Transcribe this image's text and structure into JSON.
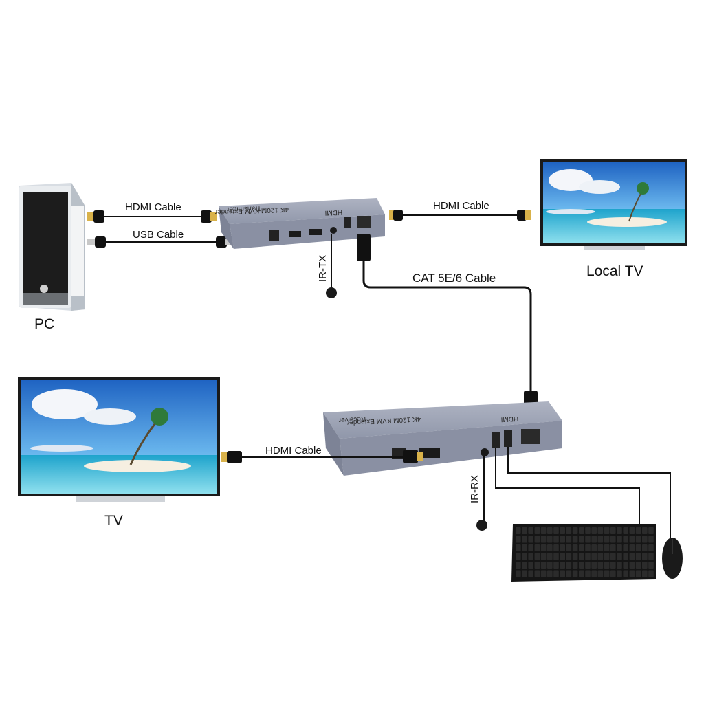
{
  "labels": {
    "pc": "PC",
    "local_tv": "Local TV",
    "tv": "TV",
    "hdmi_cable_pc": "HDMI Cable",
    "usb_cable_pc": "USB Cable",
    "hdmi_cable_local_tv": "HDMI Cable",
    "cat_cable": "CAT 5E/6 Cable",
    "hdmi_cable_tv": "HDMI Cable",
    "ir_tx": "IR-TX",
    "ir_rx": "IR-RX"
  },
  "transmitter": {
    "logo": "HDMI",
    "title": "4K 120M KVM Extender",
    "subtitle": "Transmitter"
  },
  "receiver": {
    "logo": "HDMI",
    "title": "4K 120M KVM Extender",
    "subtitle": "Receiver"
  },
  "colors": {
    "device_body": "#8d93a6",
    "device_top": "#a2a8b8",
    "cable": "#111111",
    "connector_gold": "#d9b24a",
    "sky_blue": "#2f86d8",
    "sea": "#35b6d6"
  },
  "icons": [
    "pc-tower-icon",
    "tv-icon",
    "keyboard-icon",
    "mouse-icon",
    "ir-sensor-icon",
    "hdmi-connector-icon",
    "usb-connector-icon",
    "rj45-connector-icon"
  ]
}
